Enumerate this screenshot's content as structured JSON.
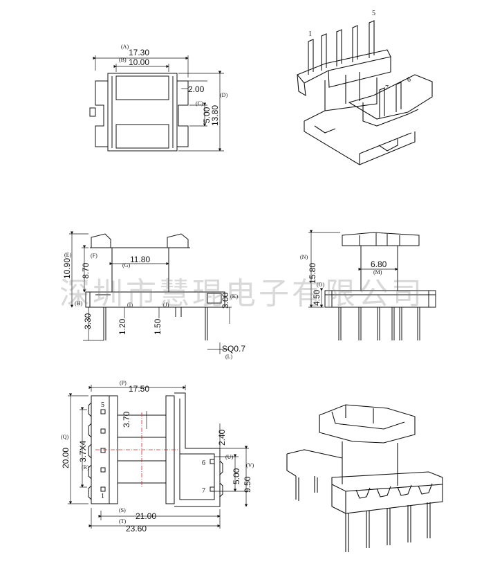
{
  "watermark": "深圳市慧琨电子有限公司",
  "top_view": {
    "dims": [
      {
        "tag": "(A)",
        "value": "17.30"
      },
      {
        "tag": "(B)",
        "value": "10.00"
      },
      {
        "tag": "",
        "value": "2.00"
      },
      {
        "tag": "(C)",
        "value": "5.00"
      },
      {
        "tag": "(D)",
        "value": "13.80"
      }
    ]
  },
  "iso_top": {
    "pins": [
      "1",
      "5",
      "7",
      "6"
    ]
  },
  "side_view": {
    "dims": [
      {
        "tag": "(E)",
        "value": "10.90"
      },
      {
        "tag": "(F)",
        "value": "8.70"
      },
      {
        "tag": "(G)",
        "value": "11.80"
      },
      {
        "tag": "(H)",
        "value": "3.30"
      },
      {
        "tag": "(I)",
        "value": "1.20"
      },
      {
        "tag": "(J)",
        "value": "1.50"
      },
      {
        "tag": "(K)",
        "value": "3.00"
      },
      {
        "tag": "(L)",
        "value": "SQ0.7"
      }
    ]
  },
  "front_view": {
    "dims": [
      {
        "tag": "(N)",
        "value": "15.80"
      },
      {
        "tag": "(M)",
        "value": "6.80"
      },
      {
        "tag": "(O)",
        "value": "4.50"
      }
    ]
  },
  "bottom_view": {
    "dims": [
      {
        "tag": "(P)",
        "value": "17.50"
      },
      {
        "tag": "(Q)",
        "value": "20.00"
      },
      {
        "tag": "(R)",
        "value": "3.7X4"
      },
      {
        "tag": "",
        "value": "3.70"
      },
      {
        "tag": "",
        "value": "2.40"
      },
      {
        "tag": "(U)",
        "value": "5.00"
      },
      {
        "tag": "(V)",
        "value": "9.50"
      },
      {
        "tag": "(S)",
        "value": "21.00"
      },
      {
        "tag": "(T)",
        "value": "23.60"
      }
    ],
    "pins": [
      "5",
      "1",
      "6",
      "7"
    ]
  }
}
